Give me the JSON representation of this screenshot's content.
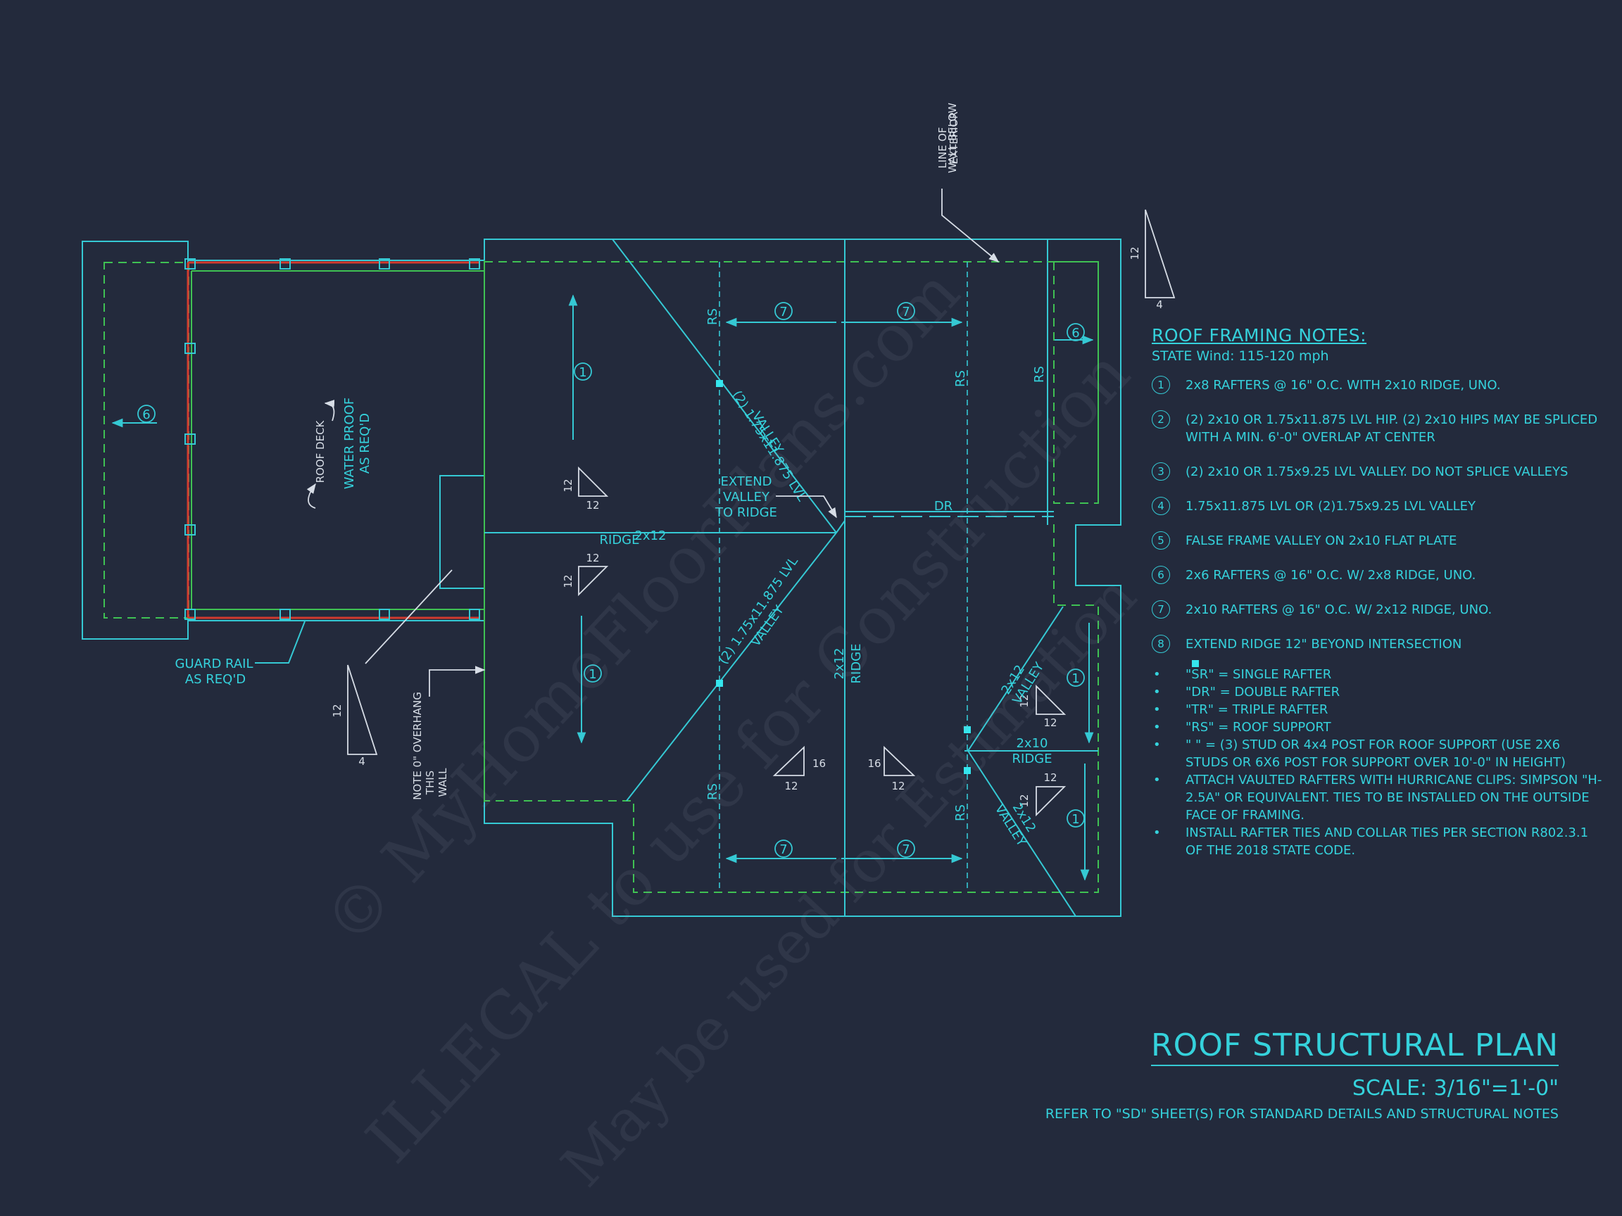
{
  "plan": {
    "labels": {
      "roof_deck": "ROOF DECK",
      "water_proof_1": "WATER PROOF",
      "water_proof_2": "AS REQ'D",
      "guard_rail_1": "GUARD RAIL",
      "guard_rail_2": "AS REQ'D",
      "note_overhang_1": "NOTE 0\" OVERHANG",
      "note_overhang_2": "THIS",
      "note_overhang_3": "WALL",
      "line_of_wall_1": "LINE OF",
      "line_of_wall_2": "WALL BELOW",
      "line_of_wall_3": "EXTERIOR",
      "extend_valley_1": "EXTEND",
      "extend_valley_2": "VALLEY",
      "extend_valley_3": "TO RIDGE",
      "ridge_2x12_a": "2x12",
      "ridge_2x12_b": "RIDGE",
      "ridge_2x12_c": "2x12",
      "ridge_2x12_d": "RIDGE",
      "ridge_2x10_a": "2x10",
      "ridge_2x10_b": "RIDGE",
      "dr": "DR",
      "rs": "RS",
      "valley_lvl_a": "(2) 1.75x11.875 LVL",
      "valley_lvl_b": "VALLEY",
      "valley_2x12_a": "2x12",
      "valley_2x12_b": "VALLEY",
      "callout_1": "1",
      "callout_6": "6",
      "callout_7": "7",
      "pitch_12": "12",
      "pitch_4": "4",
      "pitch_16": "16"
    }
  },
  "notes": {
    "title": "ROOF FRAMING NOTES:",
    "subtitle": "STATE Wind: 115-120 mph",
    "items": [
      {
        "mark": "1",
        "text": "2x8 RAFTERS @ 16\" O.C. WITH 2x10 RIDGE, UNO."
      },
      {
        "mark": "2",
        "text": "(2) 2x10 OR 1.75x11.875 LVL HIP. (2) 2x10 HIPS MAY BE SPLICED WITH A MIN. 6'-0\" OVERLAP AT CENTER"
      },
      {
        "mark": "3",
        "text": "(2) 2x10 OR 1.75x9.25 LVL VALLEY. DO NOT SPLICE VALLEYS"
      },
      {
        "mark": "4",
        "text": "1.75x11.875 LVL OR (2)1.75x9.25 LVL VALLEY"
      },
      {
        "mark": "5",
        "text": "FALSE FRAME VALLEY ON 2x10 FLAT PLATE"
      },
      {
        "mark": "6",
        "text": "2x6 RAFTERS @ 16\" O.C. W/ 2x8 RIDGE, UNO."
      },
      {
        "mark": "7",
        "text": "2x10 RAFTERS @ 16\" O.C. W/ 2x12 RIDGE, UNO."
      },
      {
        "mark": "8",
        "text": "EXTEND RIDGE 12\" BEYOND INTERSECTION"
      }
    ],
    "bullets": [
      "\"SR\"  = SINGLE RAFTER",
      "\"DR\" = DOUBLE RAFTER",
      "\"TR\" = TRIPLE RAFTER",
      "\"RS\" = ROOF SUPPORT",
      "\"  \" = (3) STUD OR 4x4 POST FOR ROOF SUPPORT (USE 2X6 STUDS OR 6X6 POST FOR SUPPORT OVER 10'-0\" IN HEIGHT)",
      "ATTACH VAULTED RAFTERS WITH HURRICANE CLIPS: SIMPSON \"H-2.5A\" OR EQUIVALENT. TIES TO BE INSTALLED ON THE OUTSIDE FACE OF FRAMING.",
      "INSTALL RAFTER TIES AND COLLAR TIES PER SECTION R802.3.1 OF THE 2018 STATE CODE."
    ]
  },
  "title_block": {
    "title": "ROOF STRUCTURAL PLAN",
    "scale": "SCALE: 3/16\"=1'-0\"",
    "refer": "REFER TO \"SD\" SHEET(S) FOR STANDARD DETAILS AND STRUCTURAL NOTES"
  },
  "watermark": {
    "line1": "© MyHomeFloorPlans.com",
    "line2": "ILLEGAL to use for Construction",
    "line3": "May be used for Estimation"
  },
  "colors": {
    "background": "#232a3c",
    "line_cyan": "#35c9d4",
    "line_green": "#3fc153",
    "line_red": "#d23b2f"
  }
}
